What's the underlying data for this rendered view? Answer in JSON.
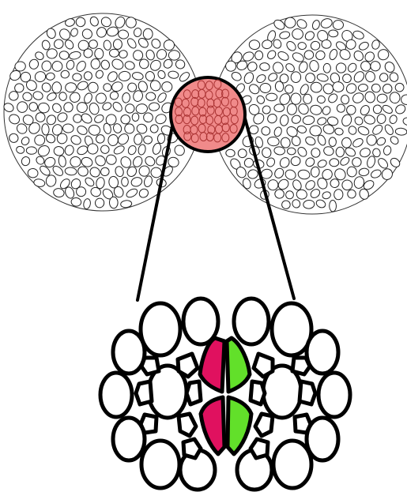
{
  "figure": {
    "description_text": "",
    "colors": {
      "background": "#ffffff",
      "outline": "#000000",
      "cell_fill": "#ffffff",
      "highlight_fill": "#f08a8a",
      "magenta_cell": "#e0115f",
      "green_cell": "#62e02a"
    },
    "elements": [
      "left-cell-cluster",
      "right-cell-cluster",
      "highlight-circle",
      "zoom-connector-lines",
      "magnified-cell-cluster",
      "magenta-cells",
      "green-cells"
    ]
  }
}
